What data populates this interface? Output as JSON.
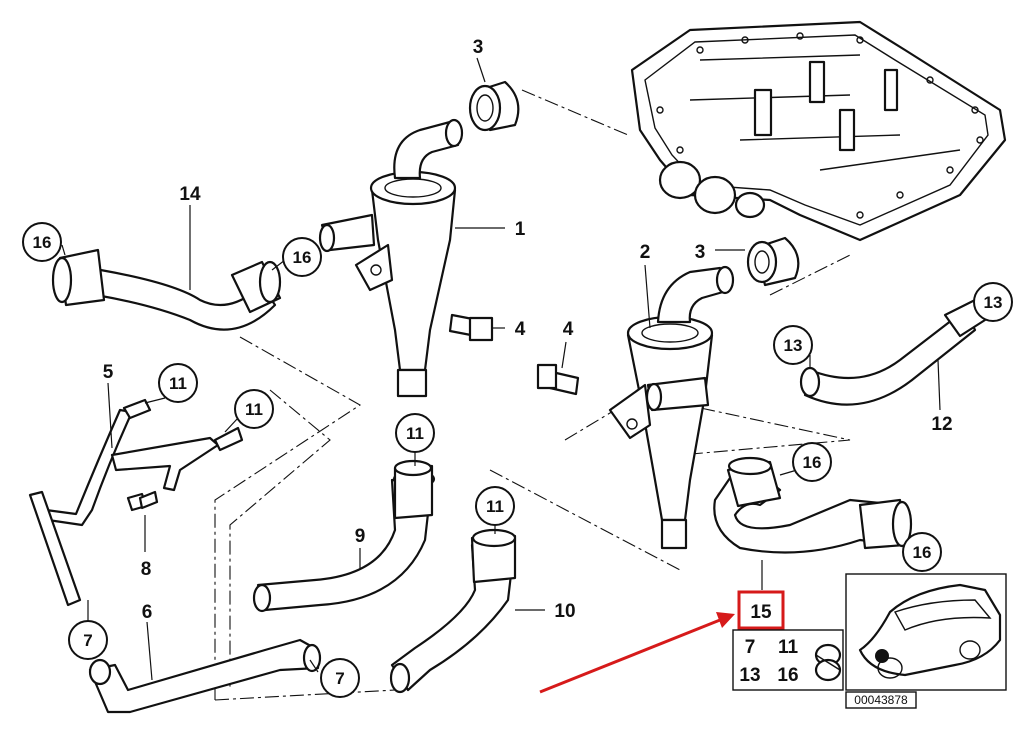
{
  "diagram": {
    "callouts": {
      "c1": "1",
      "c2": "2",
      "c3a": "3",
      "c3b": "3",
      "c4a": "4",
      "c4b": "4",
      "c5": "5",
      "c6": "6",
      "c7a": "7",
      "c7b": "7",
      "c8": "8",
      "c9": "9",
      "c10": "10",
      "c11a": "11",
      "c11b": "11",
      "c11c": "11",
      "c11d": "11",
      "c12": "12",
      "c13a": "13",
      "c13b": "13",
      "c14": "14",
      "c16a": "16",
      "c16b": "16",
      "c16c": "16",
      "c16d": "16"
    },
    "kit": {
      "number": "15",
      "contents": [
        "7",
        "11",
        "13",
        "16"
      ]
    },
    "diagram_code": "00043878",
    "colors": {
      "highlight": "#d61a1a",
      "line": "#111111"
    }
  }
}
